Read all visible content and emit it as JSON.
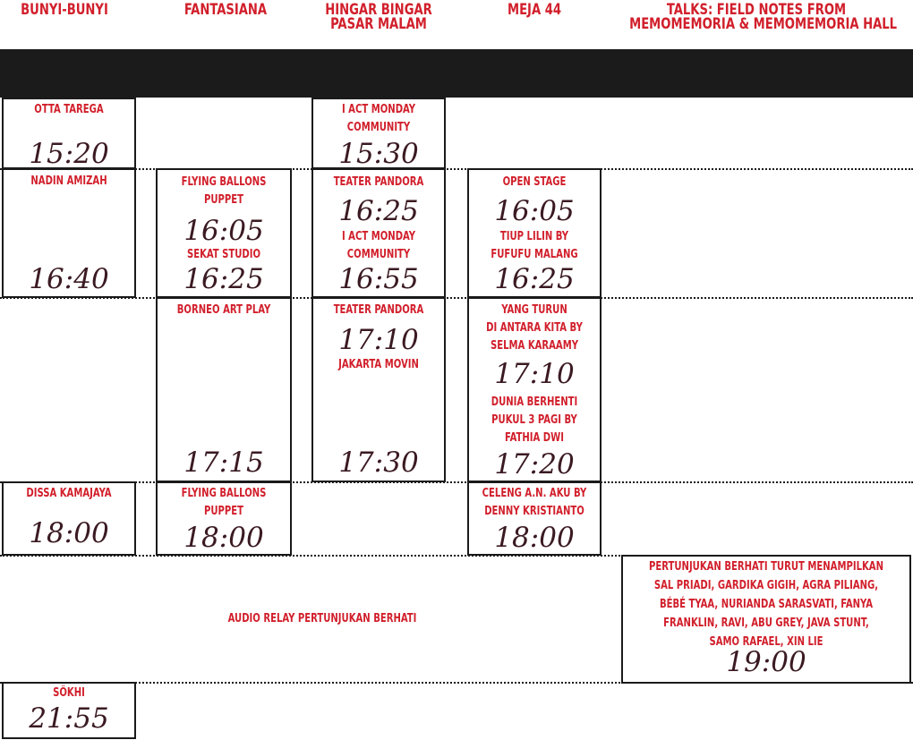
{
  "stages": [
    {
      "name": "BUNYI-BUNYI"
    },
    {
      "name": "FANTASIANA"
    },
    {
      "name": "HINGAR BINGAR\nPASAR MALAM"
    },
    {
      "name": "MEJA 44"
    },
    {
      "name": "TALKS: FIELD NOTES FROM\nMEMOMEMORIA & MEMOMEMORIA HALL"
    }
  ],
  "bunyi": [
    {
      "performer": "OTTA TAREGA",
      "time": "15:20"
    },
    {
      "performer": "NADIN AMIZAH",
      "time": "16:40"
    },
    {
      "performer": "DISSA KAMAJAYA",
      "time": "18:00"
    },
    {
      "performer": "SÖKHI",
      "time": "21:55"
    }
  ],
  "fantasiana": [
    {
      "performer": "FLYING BALLONS\nPUPPET",
      "time": "16:05"
    },
    {
      "performer": "SEKAT STUDIO",
      "time": "16:25"
    },
    {
      "performer": "BORNEO ART PLAY",
      "time": "17:15"
    },
    {
      "performer": "FLYING BALLONS\nPUPPET",
      "time": "18:00"
    }
  ],
  "hingar": [
    {
      "performer": "I ACT MONDAY\nCOMMUNITY",
      "time": "15:30"
    },
    {
      "performer": "TEATER PANDORA",
      "time": "16:25"
    },
    {
      "performer": "I ACT MONDAY\nCOMMUNITY",
      "time": "16:55"
    },
    {
      "performer": "TEATER PANDORA",
      "time": "17:10"
    },
    {
      "performer": "JAKARTA MOVIN",
      "time": "17:30"
    }
  ],
  "meja": [
    {
      "performer": "OPEN STAGE",
      "time": "16:05"
    },
    {
      "performer": "TIUP LILIN BY\nFUFUFU MALANG",
      "time": "16:25"
    },
    {
      "performer": "YANG TURUN\nDI ANTARA KITA BY\nSELMA KARAAMY",
      "time": "17:10"
    },
    {
      "performer": "DUNIA BERHENTI\nPUKUL 3 PAGI BY\nFATHIA DWI",
      "time": "17:20"
    },
    {
      "performer": "CELENG A.N. AKU BY\nDENNY KRISTIANTO",
      "time": "18:00"
    }
  ],
  "talks": [
    {
      "performer": "PERTUNJUKAN BERHATI TURUT MENAMPILKAN SAL PRIADI, GARDIKA GIGIH, AGRA PILIANG, BÉBÉ TYAA, NURIANDA SARASVATI, FANYA FRANKLIN, RAVI, ABU GREY, JAVA STUNT, SAMO RAFAEL, XIN LIE",
      "time": "19:00"
    }
  ],
  "audio_relay": "AUDIO RELAY PERTUNJUKAN BERHATI",
  "colors": {
    "red": "#d11f2b",
    "ink": "#3b1a22",
    "band": "#1b1b1b"
  }
}
